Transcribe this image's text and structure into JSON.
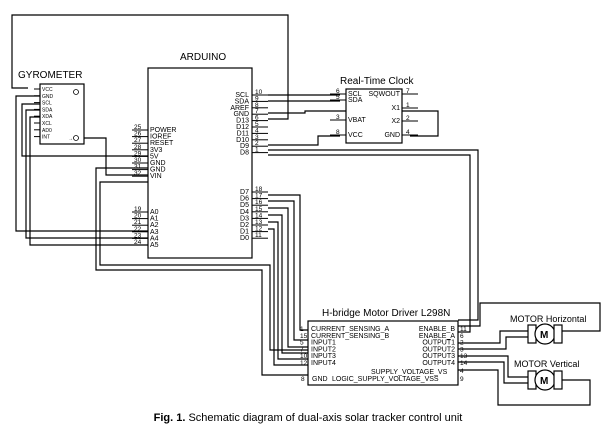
{
  "arduino": {
    "title": "ARDUINO",
    "right_pins": [
      {
        "label": "SCL",
        "num": "10"
      },
      {
        "label": "SDA",
        "num": "9"
      },
      {
        "label": "AREF",
        "num": "8"
      },
      {
        "label": "GND",
        "num": "7"
      },
      {
        "label": "D13",
        "num": "6"
      },
      {
        "label": "D12",
        "num": "5"
      },
      {
        "label": "D11",
        "num": "4"
      },
      {
        "label": "D10",
        "num": "3"
      },
      {
        "label": "D9",
        "num": "2"
      },
      {
        "label": "D8",
        "num": "1"
      }
    ],
    "right_pins_low": [
      {
        "label": "D7",
        "num": "18"
      },
      {
        "label": "D6",
        "num": "17"
      },
      {
        "label": "D5",
        "num": "16"
      },
      {
        "label": "D4",
        "num": "15"
      },
      {
        "label": "D3",
        "num": "14"
      },
      {
        "label": "D2",
        "num": "13"
      },
      {
        "label": "D1",
        "num": "12"
      },
      {
        "label": "D0",
        "num": "11"
      }
    ],
    "left_power": [
      {
        "label": "POWER",
        "num": "25"
      },
      {
        "label": "IOREF",
        "num": "26"
      },
      {
        "label": "RESET",
        "num": "27"
      },
      {
        "label": "3V3",
        "num": "28"
      },
      {
        "label": "5V",
        "num": "29"
      },
      {
        "label": "GND",
        "num": "30"
      },
      {
        "label": "GND",
        "num": "31"
      },
      {
        "label": "VIN",
        "num": "32"
      }
    ],
    "left_analog": [
      {
        "label": "A0",
        "num": "19"
      },
      {
        "label": "A1",
        "num": "20"
      },
      {
        "label": "A2",
        "num": "21"
      },
      {
        "label": "A3",
        "num": "22"
      },
      {
        "label": "A4",
        "num": "23"
      },
      {
        "label": "A5",
        "num": "24"
      }
    ]
  },
  "gyrometer": {
    "title": "GYROMETER",
    "pins": [
      "VCC",
      "GND",
      "SCL",
      "SDA",
      "XDA",
      "XCL",
      "AD0",
      "INT"
    ]
  },
  "rtc": {
    "title": "Real-Time Clock",
    "left_pins": [
      {
        "label": "SCL",
        "num": "6"
      },
      {
        "label": "SDA",
        "num": "5"
      },
      {
        "label": "VBAT",
        "num": "3"
      },
      {
        "label": "VCC",
        "num": "8"
      }
    ],
    "right_pins": [
      {
        "label": "SQWOUT",
        "num": "7"
      },
      {
        "label": "X1",
        "num": "1"
      },
      {
        "label": "X2",
        "num": "2"
      },
      {
        "label": "GND",
        "num": "4"
      }
    ]
  },
  "hbridge": {
    "title": "H-bridge Motor Driver L298N",
    "left_pins": [
      {
        "label": "CURRENT_SENSING_A",
        "num": "1"
      },
      {
        "label": "CURRENT_SENSING_B",
        "num": "15"
      },
      {
        "label": "INPUT1",
        "num": "5"
      },
      {
        "label": "INPUT2",
        "num": "7"
      },
      {
        "label": "INPUT3",
        "num": "10"
      },
      {
        "label": "INPUT4",
        "num": "12"
      }
    ],
    "right_pins": [
      {
        "label": "ENABLE_B",
        "num": "11"
      },
      {
        "label": "ENABLE_A",
        "num": "6"
      },
      {
        "label": "OUTPUT1",
        "num": "2"
      },
      {
        "label": "OUTPUT2",
        "num": "3"
      },
      {
        "label": "OUTPUT3",
        "num": "13"
      },
      {
        "label": "OUTPUT4",
        "num": "14"
      }
    ],
    "supply": {
      "label": "SUPPLY_VOLTAGE_VS",
      "num": "4"
    },
    "bottom": {
      "left": "GND",
      "right": "LOGIC_SUPPLY_VOLTAGE_VSS",
      "left_num": "8",
      "right_num": "9"
    }
  },
  "motor_horizontal": {
    "title": "MOTOR Horizontal",
    "symbol": "M"
  },
  "motor_vertical": {
    "title": "MOTOR Vertical",
    "symbol": "M"
  },
  "caption": {
    "prefix": "Fig. 1.",
    "text": " Schematic diagram of dual-axis solar tracker control unit"
  }
}
